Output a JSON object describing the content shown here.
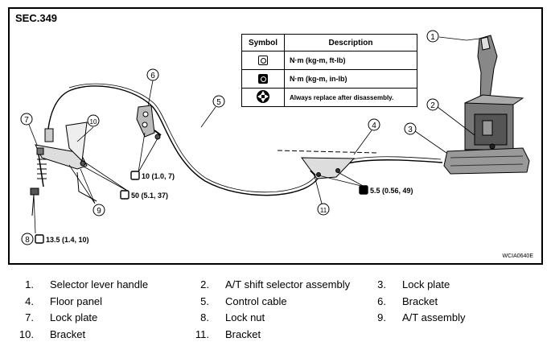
{
  "section_title": "SEC.349",
  "figure_code": "WCIA0640E",
  "legend": {
    "header_symbol": "Symbol",
    "header_description": "Description",
    "rows": [
      {
        "icon": "torque-ftlb-icon",
        "text": "N·m (kg-m, ft-lb)"
      },
      {
        "icon": "torque-inlb-icon",
        "text": "N·m (kg-m, in-lb)"
      },
      {
        "icon": "replace-icon",
        "text": "Always replace after disassembly."
      }
    ]
  },
  "callouts": [
    "1",
    "2",
    "3",
    "4",
    "5",
    "6",
    "7",
    "8",
    "9",
    "10",
    "11"
  ],
  "torque_specs": {
    "bracket_6": "10 (1.0, 7)",
    "bracket_10": "50 (5.1, 37)",
    "lock_nut": "13.5 (1.4, 10)",
    "floor": "5.5 (0.56, 49)"
  },
  "parts": [
    {
      "num": "1.",
      "name": "Selector lever handle"
    },
    {
      "num": "2.",
      "name": "A/T shift selector assembly"
    },
    {
      "num": "3.",
      "name": "Lock plate"
    },
    {
      "num": "4.",
      "name": "Floor panel"
    },
    {
      "num": "5.",
      "name": "Control cable"
    },
    {
      "num": "6.",
      "name": "Bracket"
    },
    {
      "num": "7.",
      "name": "Lock plate"
    },
    {
      "num": "8.",
      "name": "Lock nut"
    },
    {
      "num": "9.",
      "name": "A/T assembly"
    },
    {
      "num": "10.",
      "name": "Bracket"
    },
    {
      "num": "11.",
      "name": "Bracket"
    }
  ]
}
